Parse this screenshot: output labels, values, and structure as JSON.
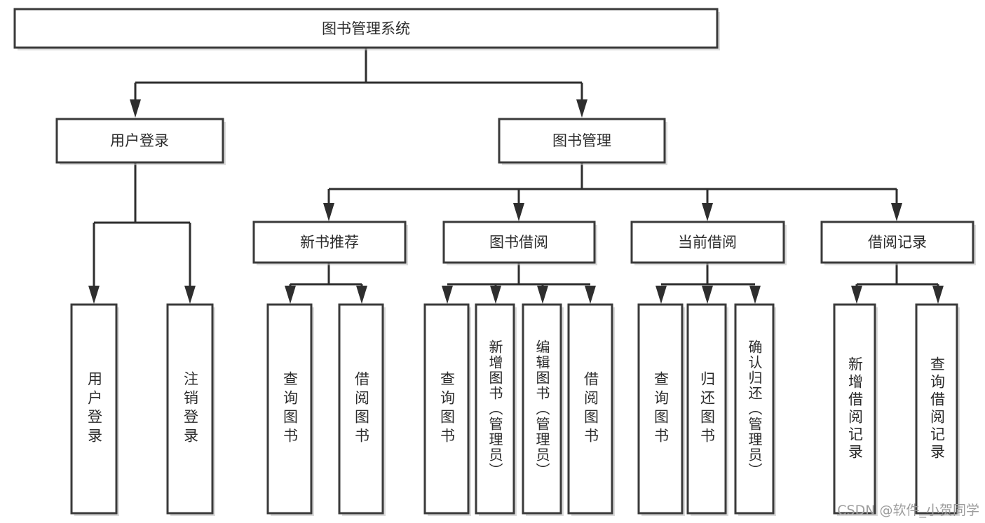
{
  "title": "图书管理系统",
  "watermark": "CSDN @软件_小贺同学",
  "colors": {
    "box_stroke": "#3a3a3a",
    "connector": "#2e2e2e",
    "text": "#2b2b2b",
    "background": "#ffffff",
    "watermark": "#9d9d9d"
  },
  "chart_data": {
    "type": "diagram",
    "diagram_kind": "hierarchical-tree",
    "title": "图书管理系统",
    "orientation": "top-down",
    "levels": 4,
    "node_count": 20,
    "tree": {
      "label": "图书管理系统",
      "children": [
        {
          "label": "用户登录",
          "children": [
            {
              "label": "用户登录",
              "children": []
            },
            {
              "label": "注销登录",
              "children": []
            }
          ]
        },
        {
          "label": "图书管理",
          "children": [
            {
              "label": "新书推荐",
              "children": [
                {
                  "label": "查询图书",
                  "children": []
                },
                {
                  "label": "借阅图书",
                  "children": []
                }
              ]
            },
            {
              "label": "图书借阅",
              "children": [
                {
                  "label": "查询图书",
                  "children": []
                },
                {
                  "label": "新增图书（管理员）",
                  "children": []
                },
                {
                  "label": "编辑图书（管理员）",
                  "children": []
                },
                {
                  "label": "借阅图书",
                  "children": []
                }
              ]
            },
            {
              "label": "当前借阅",
              "children": [
                {
                  "label": "查询图书",
                  "children": []
                },
                {
                  "label": "归还图书",
                  "children": []
                },
                {
                  "label": "确认归还（管理员）",
                  "children": []
                }
              ]
            },
            {
              "label": "借阅记录",
              "children": [
                {
                  "label": "新增借阅记录",
                  "children": []
                },
                {
                  "label": "查询借阅记录",
                  "children": []
                }
              ]
            }
          ]
        }
      ]
    }
  },
  "nodes": {
    "root": {
      "label": "图书管理系统"
    },
    "level2": [
      {
        "id": "user-login",
        "label": "用户登录"
      },
      {
        "id": "book-management",
        "label": "图书管理"
      }
    ],
    "level3": [
      {
        "id": "new-book-recommend",
        "label": "新书推荐"
      },
      {
        "id": "book-borrow",
        "label": "图书借阅"
      },
      {
        "id": "current-borrow",
        "label": "当前借阅"
      },
      {
        "id": "borrow-record",
        "label": "借阅记录"
      }
    ],
    "leaves": [
      {
        "id": "leaf-user-login",
        "label": "用户登录"
      },
      {
        "id": "leaf-logout",
        "label": "注销登录"
      },
      {
        "id": "leaf-query-book-1",
        "label": "查询图书"
      },
      {
        "id": "leaf-borrow-book-1",
        "label": "借阅图书"
      },
      {
        "id": "leaf-query-book-2",
        "label": "查询图书"
      },
      {
        "id": "leaf-add-book-admin",
        "label": "新增图书（管理员）"
      },
      {
        "id": "leaf-edit-book-admin",
        "label": "编辑图书（管理员）"
      },
      {
        "id": "leaf-borrow-book-2",
        "label": "借阅图书"
      },
      {
        "id": "leaf-query-book-3",
        "label": "查询图书"
      },
      {
        "id": "leaf-return-book",
        "label": "归还图书"
      },
      {
        "id": "leaf-confirm-return-admin",
        "label": "确认归还（管理员）"
      },
      {
        "id": "leaf-add-borrow-record",
        "label": "新增借阅记录"
      },
      {
        "id": "leaf-query-borrow-record",
        "label": "查询借阅记录"
      }
    ]
  }
}
